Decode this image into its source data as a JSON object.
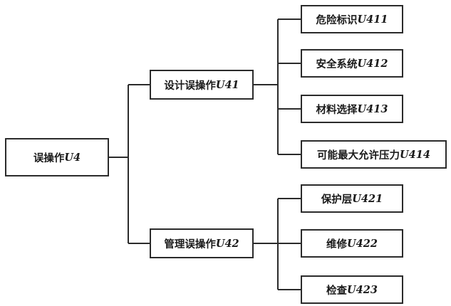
{
  "root": {
    "label": "误操作",
    "code": "U4"
  },
  "level1": [
    {
      "label": "设计误操作",
      "code": "U41"
    },
    {
      "label": "管理误操作",
      "code": "U42"
    }
  ],
  "level2": [
    {
      "label": "危险标识",
      "code": "U411"
    },
    {
      "label": "安全系统",
      "code": "U412"
    },
    {
      "label": "材料选择",
      "code": "U413"
    },
    {
      "label": "可能最大允许压力",
      "code": "U414"
    },
    {
      "label": "保护层",
      "code": "U421"
    },
    {
      "label": "维修",
      "code": "U422"
    },
    {
      "label": "检查",
      "code": "U423"
    }
  ]
}
